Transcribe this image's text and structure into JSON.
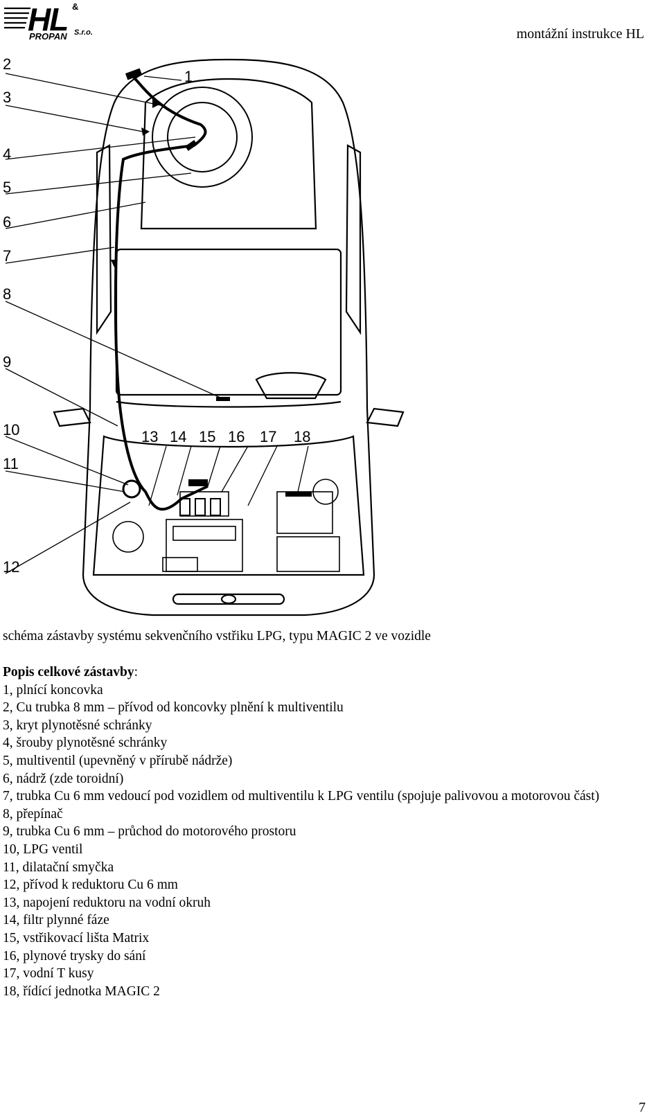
{
  "logo": {
    "brand_letters": "HL",
    "ampersand": "&",
    "company": "PROPAN",
    "suffix": "S.r.o."
  },
  "header": {
    "title": "montážní instrukce HL"
  },
  "diagram": {
    "callouts": [
      "1",
      "2",
      "3",
      "4",
      "5",
      "6",
      "7",
      "8",
      "9",
      "10",
      "11",
      "12",
      "13",
      "14",
      "15",
      "16",
      "17",
      "18"
    ]
  },
  "caption": "schéma zástavby systému sekvenčního vstřiku LPG, typu MAGIC 2 ve vozidle",
  "description": {
    "title_bold": "Popis celkové zástavby",
    "title_colon": ":",
    "items": [
      "1, plnící koncovka",
      "2, Cu trubka 8 mm – přívod od koncovky plnění k multiventilu",
      "3, kryt plynotěsné schránky",
      "4, šrouby plynotěsné schránky",
      "5, multiventil (upevněný v přírubě nádrže)",
      "6, nádrž (zde toroidní)",
      "7, trubka Cu 6 mm vedoucí pod vozidlem od multiventilu k LPG ventilu (spojuje palivovou a motorovou část)",
      "8, přepínač",
      "9, trubka Cu 6 mm – průchod do motorového prostoru",
      "10, LPG ventil",
      "11, dilatační smyčka",
      "12, přívod k reduktoru Cu 6 mm",
      "13, napojení reduktoru na vodní okruh",
      "14, filtr plynné fáze",
      "15, vstřikovací lišta Matrix",
      "16, plynové trysky do sání",
      "17, vodní T kusy",
      "18, řídící jednotka MAGIC 2"
    ]
  },
  "page_number": "7"
}
